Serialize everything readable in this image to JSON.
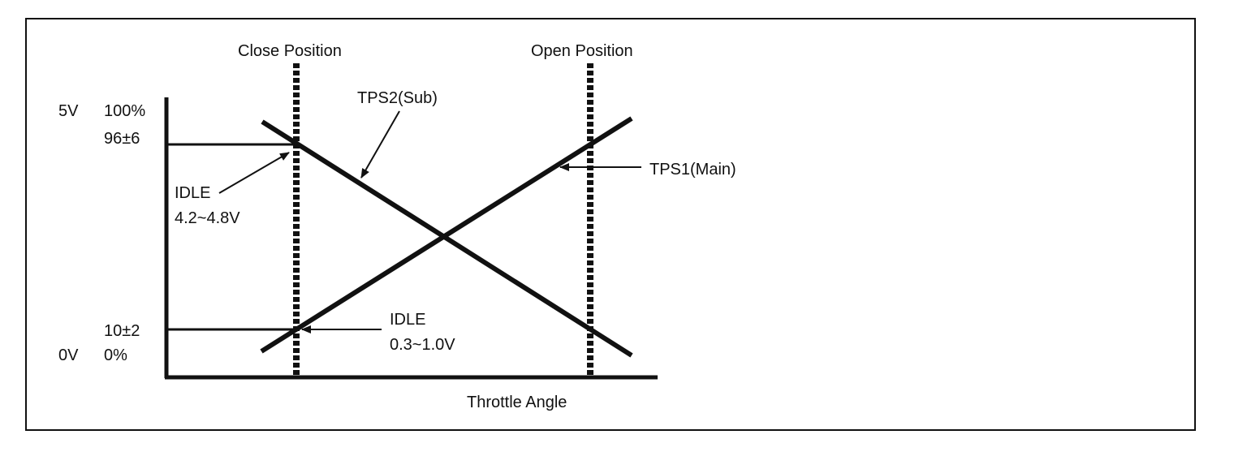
{
  "colors": {
    "ink": "#111111",
    "background": "#ffffff"
  },
  "axis": {
    "x_label": "Throttle Angle",
    "y_left": [
      {
        "volt": "5V",
        "pct": "100%"
      },
      {
        "volt": "0V",
        "pct": "0%"
      }
    ],
    "y_marks": [
      "96±6",
      "10±2"
    ]
  },
  "positions": {
    "close_label": "Close Position",
    "open_label": "Open Position"
  },
  "series": [
    {
      "name": "TPS1(Main)",
      "direction": "rising",
      "idle_at_close_percent": 10,
      "value_at_open_percent": 96
    },
    {
      "name": "TPS2(Sub)",
      "direction": "falling",
      "idle_at_close_percent": 96,
      "value_at_open_percent": 10
    }
  ],
  "annotations": {
    "idle_high_title": "IDLE",
    "idle_high_range": "4.2~4.8V",
    "idle_low_title": "IDLE",
    "idle_low_range": "0.3~1.0V"
  }
}
